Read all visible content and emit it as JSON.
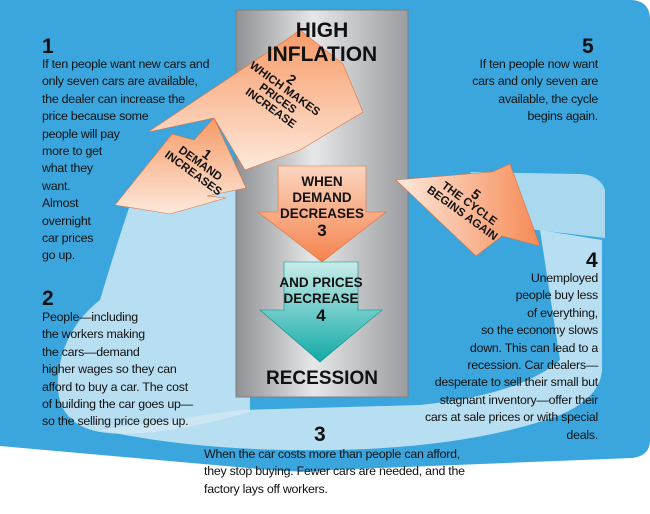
{
  "colors": {
    "background_blue": "#3aa6dd",
    "pale_loop": "#cfe8f4",
    "column_gray": "#a7a9ac",
    "orange_arrow": "#f68e5f",
    "teal_arrow": "#1fb9b4"
  },
  "column": {
    "top_label": "HIGH INFLATION",
    "bottom_label": "RECESSION"
  },
  "arrows": {
    "a1": {
      "num": "1",
      "label": "DEMAND INCREASES"
    },
    "a2": {
      "num": "2",
      "label": "WHICH MAKES PRICES INCREASE"
    },
    "a3": {
      "label": "WHEN DEMAND DECREASES",
      "num": "3"
    },
    "a4": {
      "label": "AND PRICES DECREASE",
      "num": "4"
    },
    "a5": {
      "num": "5",
      "label": "THE CYCLE BEGINS AGAIN"
    }
  },
  "points": {
    "p1": {
      "num": "1",
      "lines": [
        "If ten people want new cars and",
        "only seven cars are available,",
        "the dealer can increase the",
        "price because some",
        "people will pay",
        "more to get",
        "what they",
        "want.",
        "Almost",
        "overnight",
        "car prices",
        "go up."
      ]
    },
    "p2": {
      "num": "2",
      "lines": [
        "People—including",
        "the workers making",
        "the cars—demand",
        "higher wages so they can",
        "afford to buy a car. The cost",
        "of building the car goes up—",
        "so the selling price goes up."
      ]
    },
    "p3": {
      "num": "3",
      "lines": [
        "When the car costs more than people can afford,",
        "they stop buying. Fewer cars are needed, and the",
        "factory lays off workers."
      ]
    },
    "p4": {
      "num": "4",
      "lines": [
        "Unemployed",
        "people buy less",
        "of everything,",
        "so the economy slows",
        "down. This can lead to a",
        "recession. Car dealers—",
        "desperate to sell their small but",
        "stagnant inventory—offer their",
        "cars at sale prices or with special deals."
      ]
    },
    "p5": {
      "num": "5",
      "lines": [
        "If ten people now want",
        "cars and only seven are",
        "available, the cycle",
        "begins again."
      ]
    }
  }
}
